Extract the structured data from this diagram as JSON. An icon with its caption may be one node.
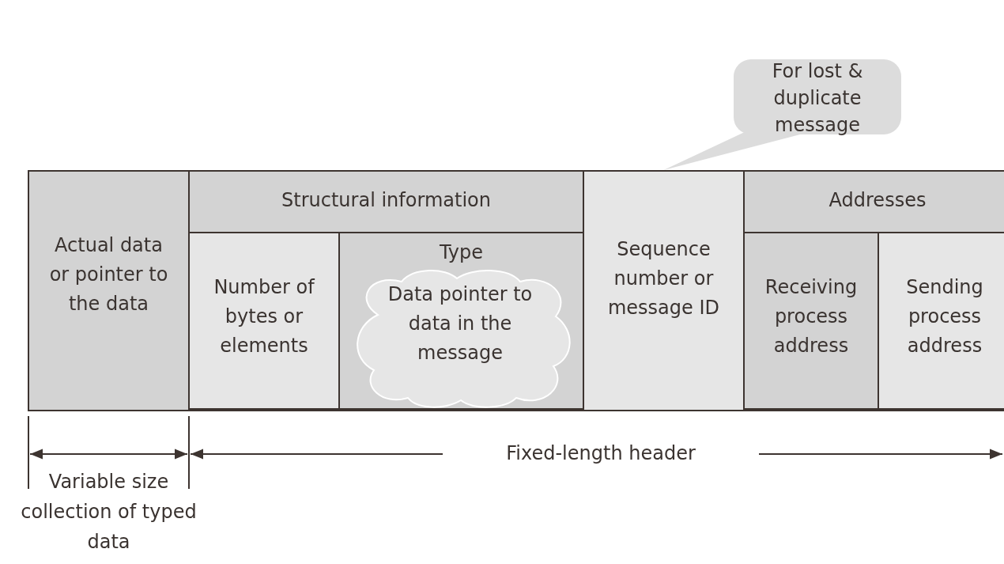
{
  "diagram": {
    "nodes": [
      {
        "text": [
          "Actual data or pointer to the data"
        ]
      },
      {
        "text": [
          "Structural information"
        ]
      },
      {
        "text": [
          "Number of bytes or elements"
        ],
        "in": 1
      },
      {
        "text": [
          "Type"
        ],
        "in": 1
      },
      {
        "text": [
          "Data pointer to data in the message"
        ],
        "in": 3
      },
      {
        "text": [
          "Sequence number or message ID"
        ]
      },
      {
        "text": [
          "Addresses"
        ]
      },
      {
        "text": [
          "Receiving process address"
        ],
        "in": 6
      },
      {
        "text": [
          "Sending process address"
        ],
        "in": 6
      },
      {
        "text": [
          "For lost & duplicate message"
        ]
      }
    ],
    "edges": [
      {
        "from": 9,
        "to": 5,
        "arrow": "none"
      }
    ],
    "labels": [
      "Fixed-length header",
      "Variable size collection of typed data"
    ]
  }
}
